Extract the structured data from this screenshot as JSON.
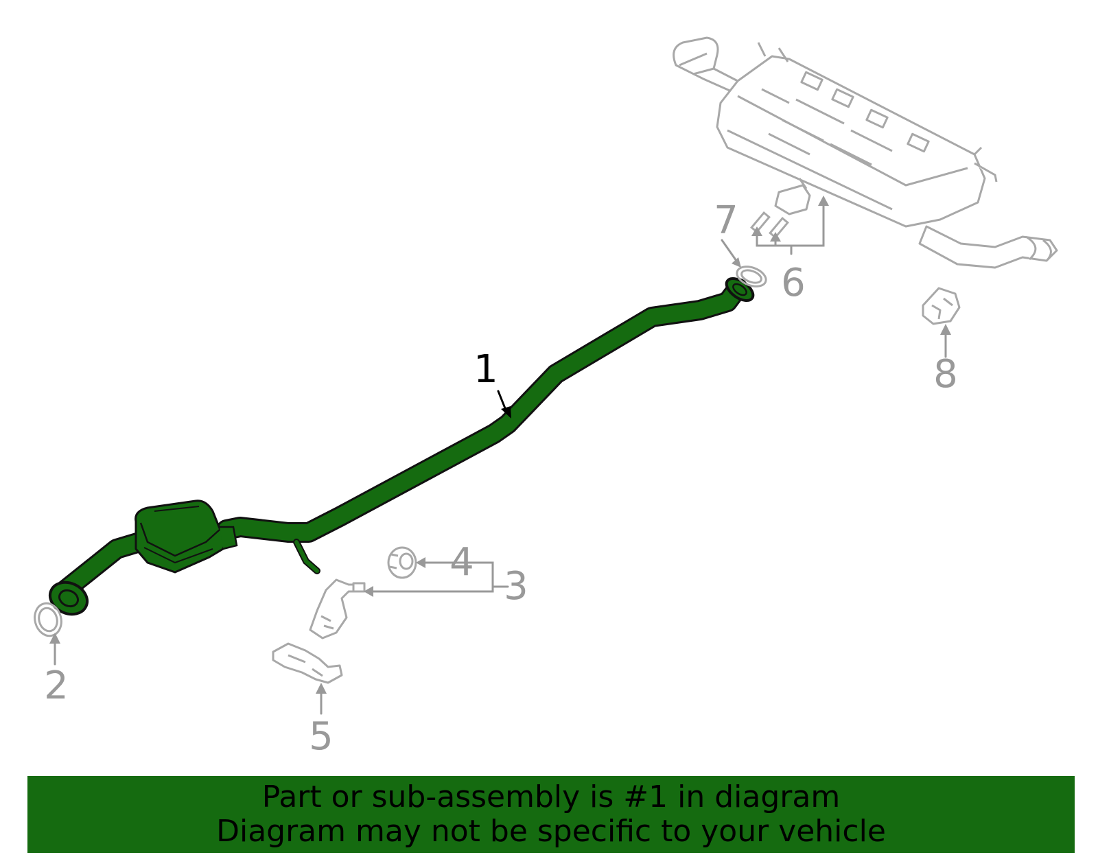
{
  "colors": {
    "highlight": "#156b10",
    "outline": "#111111",
    "gray_part": "#a8a8a8",
    "callout_gray": "#999999",
    "callout_active": "#000000"
  },
  "callouts": {
    "c1": "1",
    "c2": "2",
    "c3": "3",
    "c4": "4",
    "c5": "5",
    "c6": "6",
    "c7": "7",
    "c8": "8"
  },
  "banner": {
    "line1": "Part or sub-assembly is #1 in diagram",
    "line2": "Diagram may not be specific to your vehicle"
  }
}
